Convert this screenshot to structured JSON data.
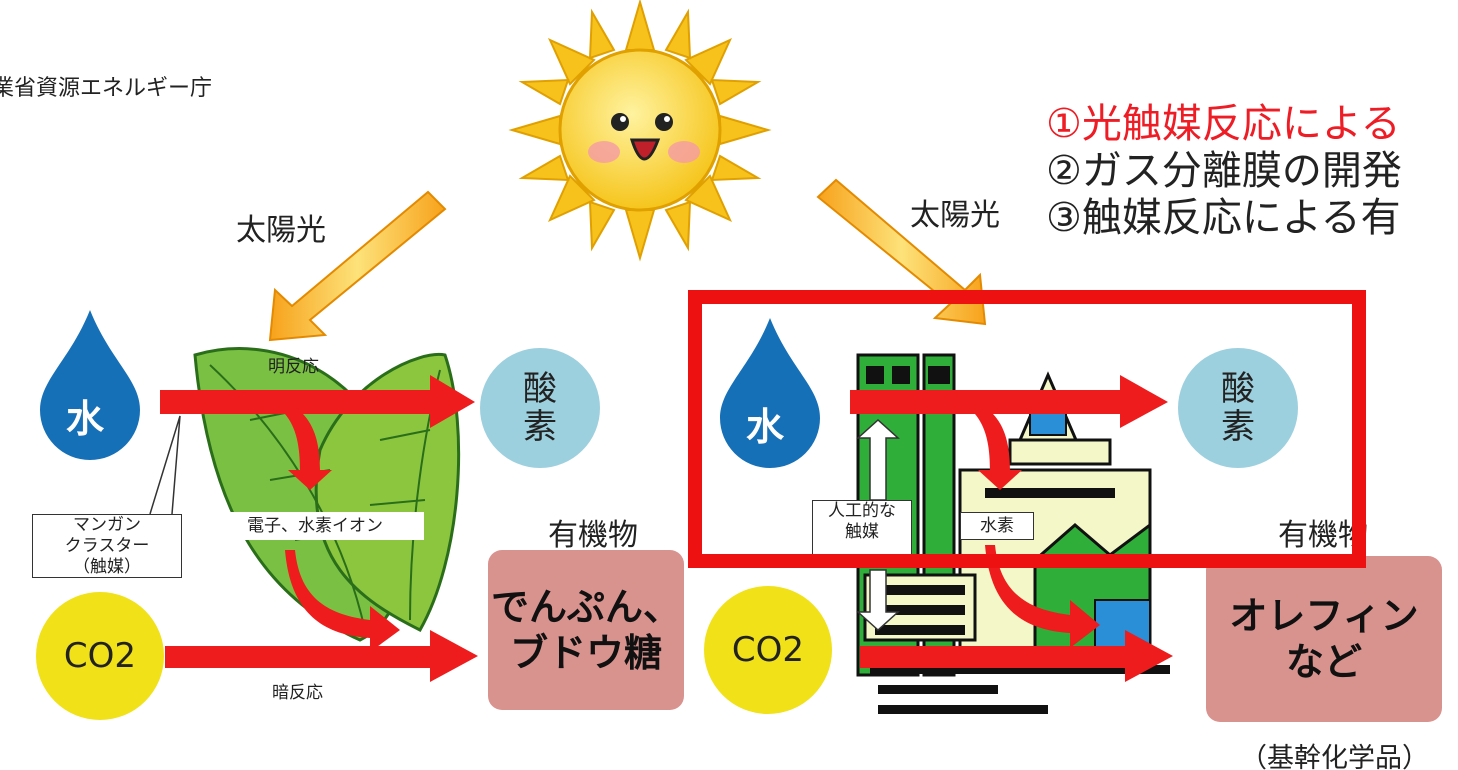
{
  "source": "業省資源エネルギー庁",
  "sunlight_left": "太陽光",
  "sunlight_right": "太陽光",
  "goals": [
    "①光触媒反応による",
    "②ガス分離膜の開発",
    "③触媒反応による有"
  ],
  "left": {
    "water": "水",
    "light_reaction": "明反応",
    "oxygen": "酸\n素",
    "catalyst_callout": "マンガン\nクラスター\n（触媒）",
    "electron_label": "電子、水素イオン",
    "organic": "有機物",
    "product": "でんぷん、\nブドウ糖",
    "co2": "CO2",
    "dark_reaction": "暗反応"
  },
  "right": {
    "water": "水",
    "oxygen": "酸\n素",
    "catalyst_callout": "人工的な\n触媒",
    "hydrogen": "水素",
    "organic": "有機物",
    "product": "オレフィン\nなど",
    "co2": "CO2",
    "note": "（基幹化学品）"
  },
  "colors": {
    "arrow_red": "#ee1c1c",
    "water_blue": "#1670b8",
    "oxygen_blue": "#9dd0de",
    "co2_yellow": "#f0e118",
    "product_pink": "#d9938f",
    "highlight_red": "#ee1111",
    "goal_red": "#ee1c24",
    "leaf_green": "#7ac143",
    "factory_green": "#2fae3a"
  }
}
